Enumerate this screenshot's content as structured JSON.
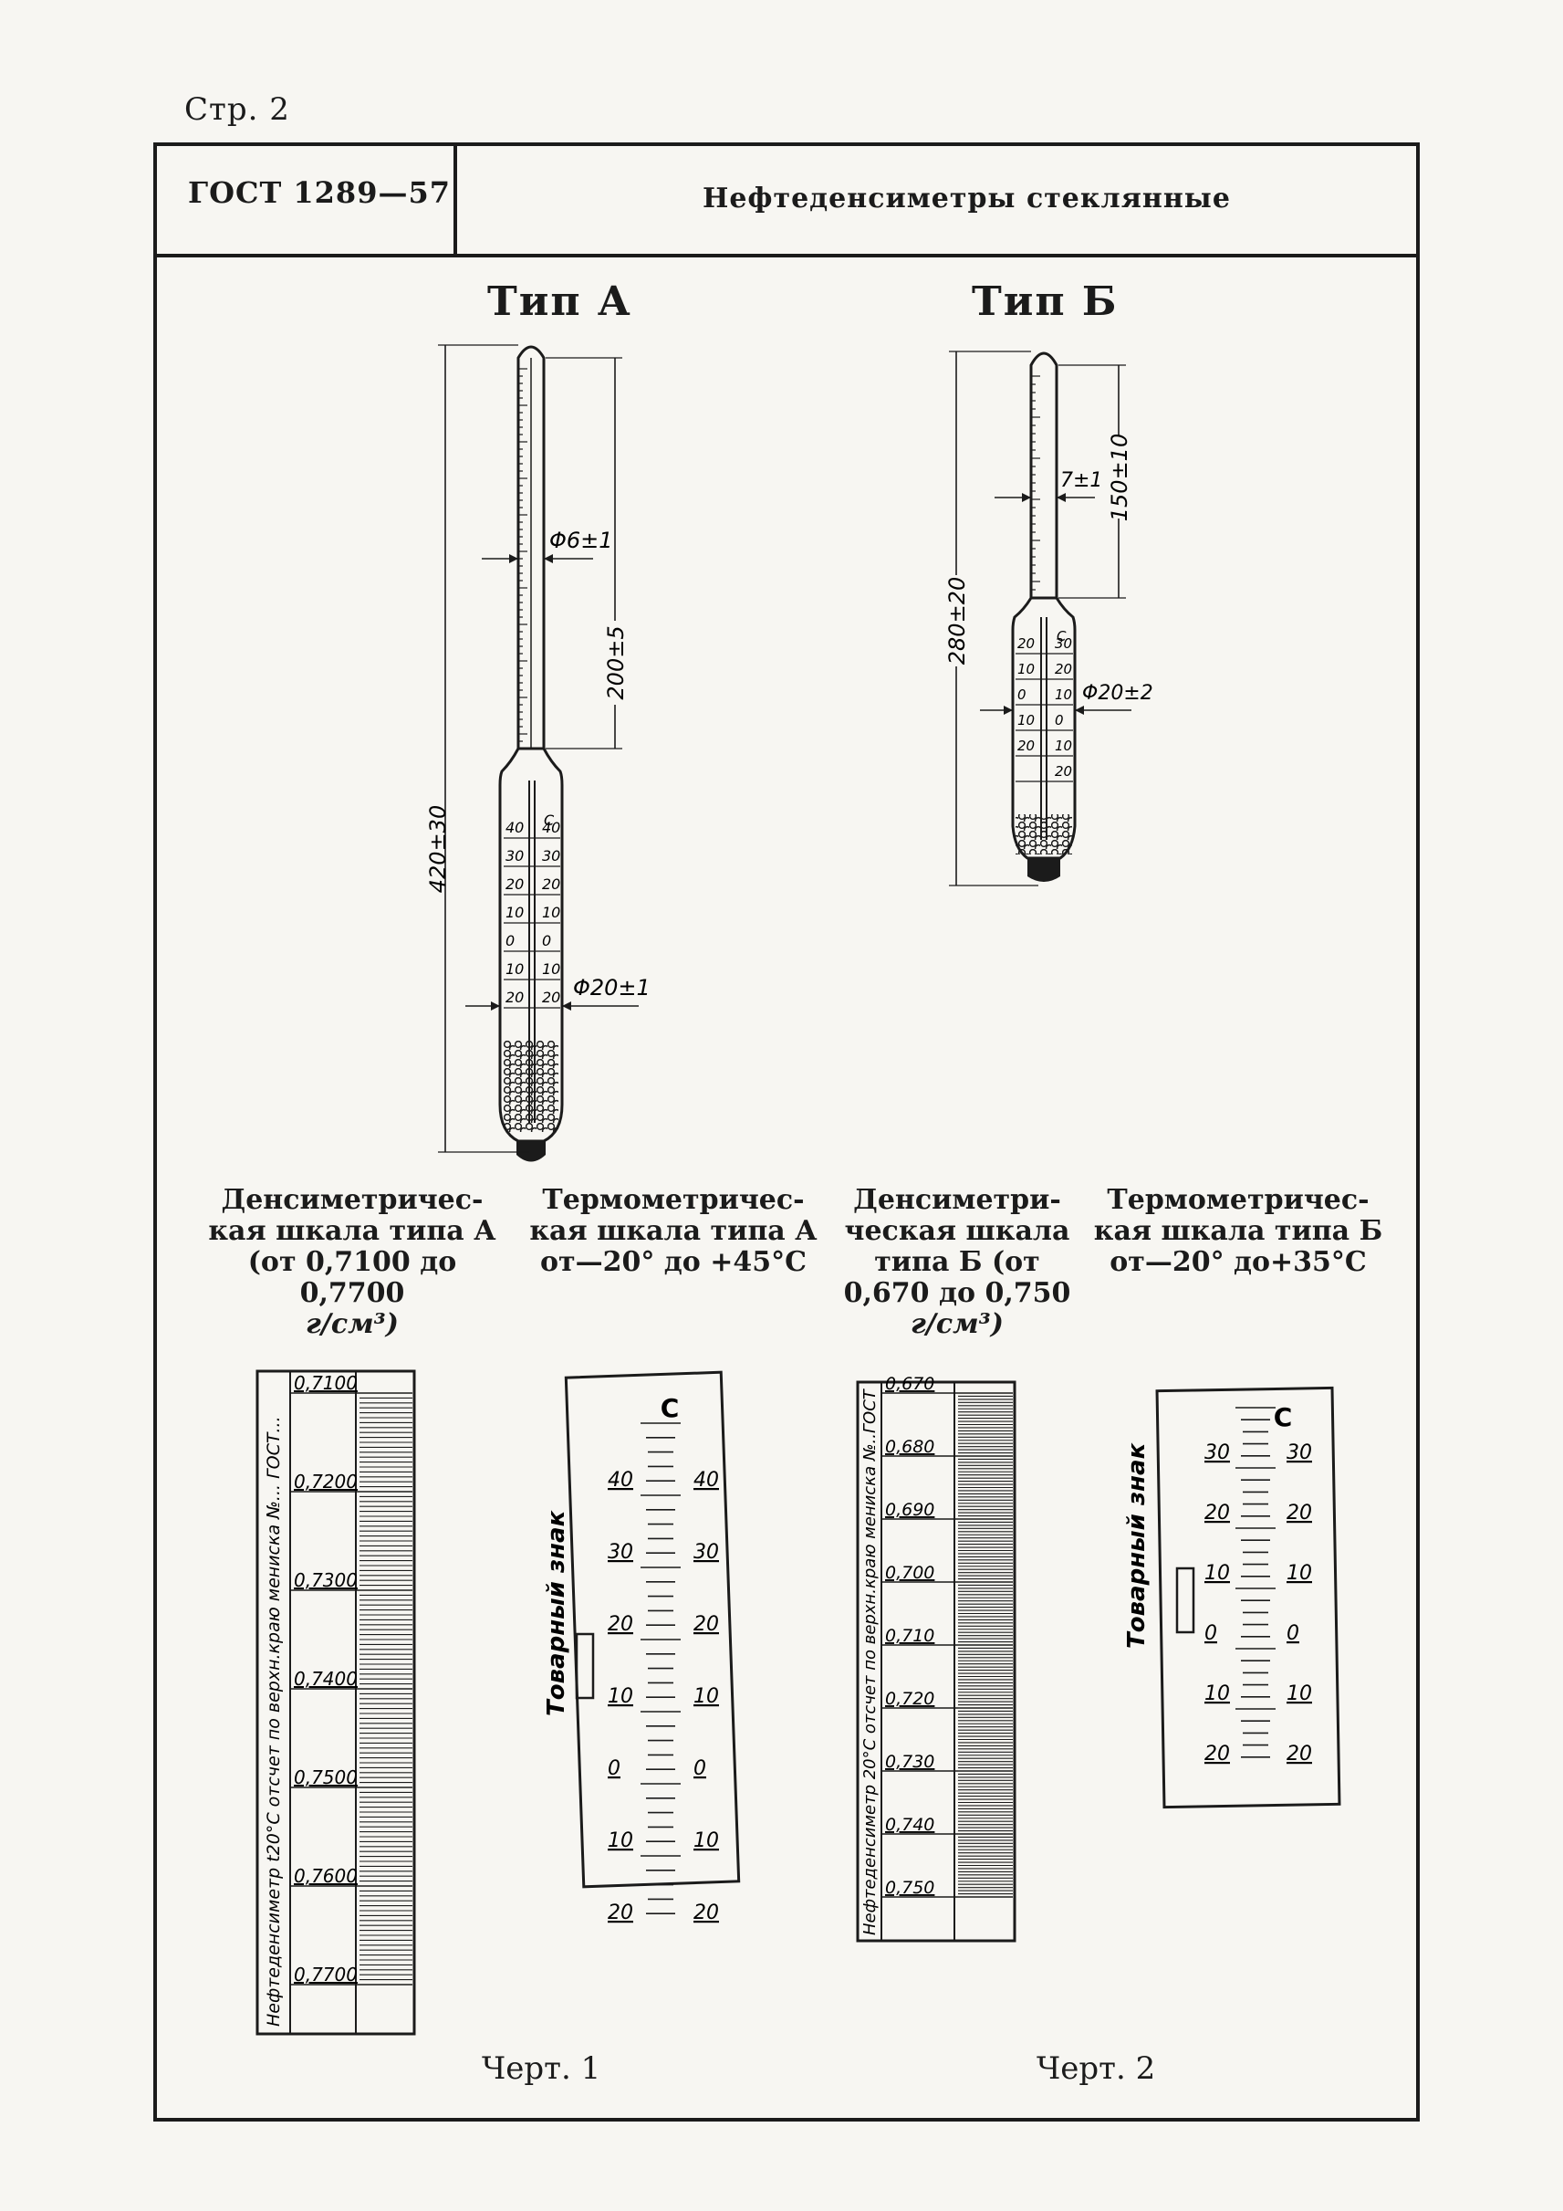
{
  "page": {
    "number_label": "Стр. 2"
  },
  "header": {
    "standard": "ГОСТ 1289—57",
    "title": "Нефтеденсиметры стеклянные"
  },
  "figure_a": {
    "type_label": "Тип А",
    "dim_total": "420±30",
    "dim_stem": "200±5",
    "dim_stem_diam": "Φ6±1",
    "dim_body_diam": "Φ20±1",
    "scale_c": "C",
    "therm_left_ticks": [
      "40",
      "30",
      "20",
      "10",
      "0",
      "10",
      "20"
    ],
    "therm_right_ticks": [
      "40",
      "30",
      "20",
      "10",
      "0",
      "10",
      "20"
    ]
  },
  "figure_b": {
    "type_label": "Тип Б",
    "dim_total": "280±20",
    "dim_stem": "150±10",
    "dim_stem_diam": "7±1",
    "dim_body_diam": "Φ20±2",
    "scale_c": "C",
    "therm_left_ticks": [
      "20",
      "10",
      "0",
      "10",
      "20"
    ],
    "therm_right_ticks": [
      "30",
      "20",
      "10",
      "0",
      "10",
      "20"
    ]
  },
  "captions": {
    "dens_a": [
      "Денсиметричес-",
      "кая шкала типа А",
      "(от 0,7100 до 0,7700",
      "г/см³)"
    ],
    "therm_a": [
      "Термометричес-",
      "кая шкала типа А",
      "от—20° до +45°С"
    ],
    "dens_b": [
      "Денсиметри-",
      "ческая шкала",
      "типа Б (от",
      "0,670 до 0,750",
      "г/см³)"
    ],
    "therm_b": [
      "Термометричес-",
      "кая шкала типа Б",
      "от—20° до+35°С"
    ]
  },
  "dens_scale_a": {
    "side_label": "Нефтеденсиметр t20°C отсчет по верхн.краю мениска №... ГОСТ...",
    "values": [
      "0,7100",
      "0,7200",
      "0,7300",
      "0,7400",
      "0,7500",
      "0,7600",
      "0,7700"
    ]
  },
  "therm_scale_a": {
    "unit": "C",
    "trademark": "Товарный знак",
    "left": [
      "40",
      "30",
      "20",
      "10",
      "0",
      "10",
      "20"
    ],
    "right": [
      "40",
      "30",
      "20",
      "10",
      "0",
      "10",
      "20"
    ]
  },
  "dens_scale_b": {
    "side_label": "Нефтеденсиметр 20°C отсчет по верхн.краю мениска №..ГОСТ",
    "values": [
      "0,670",
      "0,680",
      "0,690",
      "0,700",
      "0,710",
      "0,720",
      "0,730",
      "0,740",
      "0,750"
    ]
  },
  "therm_scale_b": {
    "unit": "C",
    "trademark": "Товарный знак",
    "left": [
      "30",
      "20",
      "10",
      "0",
      "10",
      "20"
    ],
    "right": [
      "30",
      "20",
      "10",
      "0",
      "10",
      "20"
    ]
  },
  "figure_labels": {
    "fig1": "Черт. 1",
    "fig2": "Черт. 2"
  }
}
